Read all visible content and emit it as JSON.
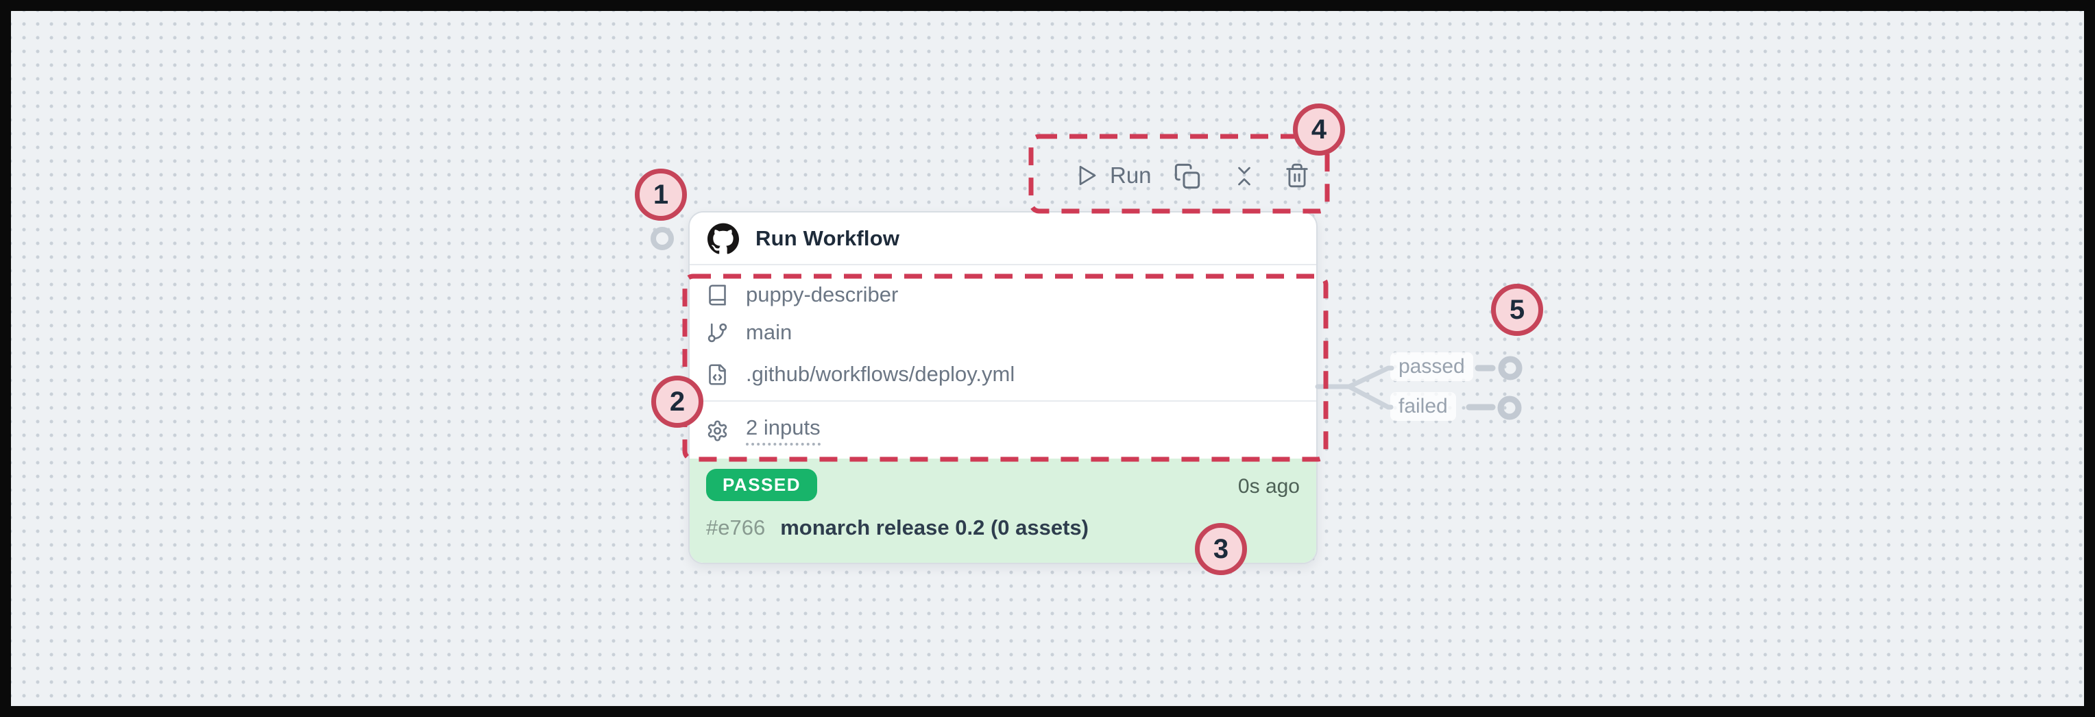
{
  "canvas": {
    "background": "#eef1f4",
    "dot_color": "#c9d0d8",
    "annotation_color": "#cf3b55"
  },
  "toolbar": {
    "run_label": "Run",
    "icons": [
      "play",
      "copy",
      "collapse-vertical",
      "trash"
    ]
  },
  "node": {
    "title": "Run Workflow",
    "service": "github",
    "fields": [
      {
        "icon": "book-icon",
        "value": "puppy-describer"
      },
      {
        "icon": "git-branch-icon",
        "value": "main"
      },
      {
        "icon": "file-code-icon",
        "value": ".github/workflows/deploy.yml"
      }
    ],
    "inputs_link": "2 inputs",
    "run_status": {
      "badge": "PASSED",
      "badge_color": "#18b46a",
      "footer_color": "#d9f2de",
      "time": "0s ago",
      "run_id": "#e766",
      "run_title": "monarch release 0.2 (0 assets)"
    }
  },
  "outputs": [
    {
      "label": "passed"
    },
    {
      "label": "failed"
    }
  ],
  "annotations": [
    {
      "number": "1"
    },
    {
      "number": "2"
    },
    {
      "number": "3"
    },
    {
      "number": "4"
    },
    {
      "number": "5"
    }
  ]
}
